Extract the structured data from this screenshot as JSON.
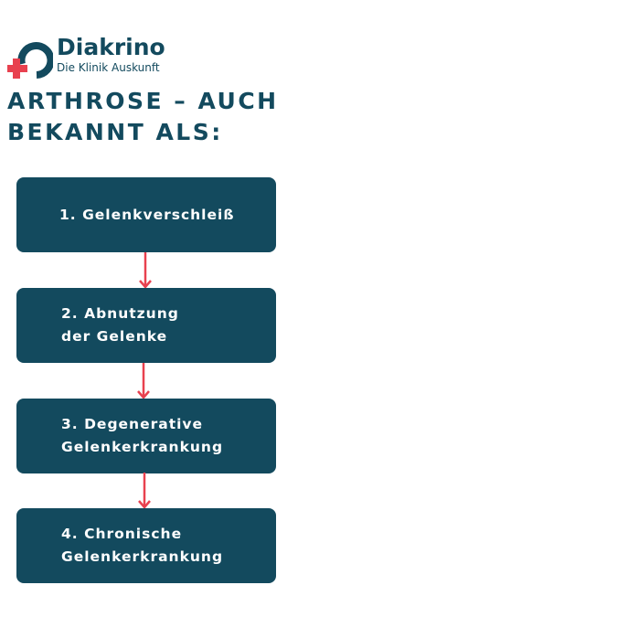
{
  "brand": {
    "name": "Diakrino",
    "tagline": "Die Klinik Auskunft",
    "colors": {
      "primary": "#134a5e",
      "accent": "#e8414f",
      "text_on_primary": "#ffffff"
    }
  },
  "heading": {
    "line1": "ARTHROSE – AUCH",
    "line2": "BEKANNT ALS:"
  },
  "steps": [
    {
      "lines": [
        "1. Gelenkverschleiß"
      ]
    },
    {
      "lines": [
        "2. Abnutzung",
        "der Gelenke"
      ]
    },
    {
      "lines": [
        "3. Degenerative",
        "Gelenkerkrankung"
      ]
    },
    {
      "lines": [
        "4. Chronische",
        "Gelenkerkrankung"
      ]
    }
  ],
  "connectors": {
    "icon": "arrow-down-icon",
    "count": 3
  }
}
